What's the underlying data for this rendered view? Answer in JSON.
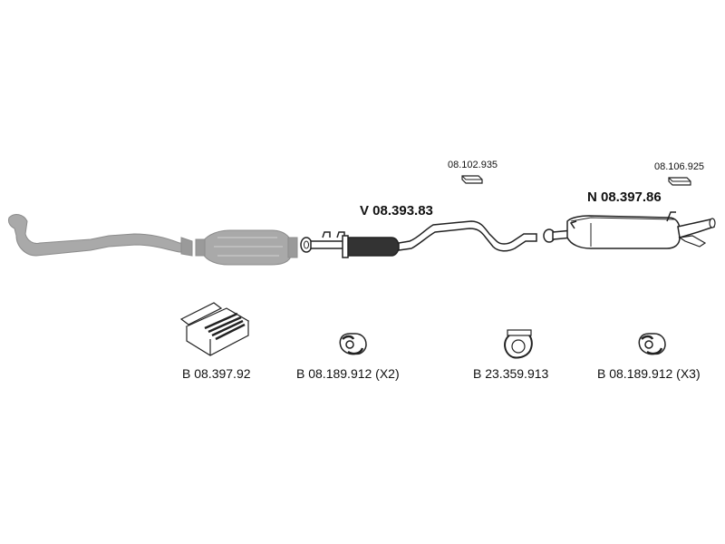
{
  "labels": {
    "front_silencer": "V 08.393.83",
    "rear_silencer": "N 08.397.86",
    "small_part_1": "08.102.935",
    "small_part_2": "08.106.925",
    "kit_mounting": "B 08.397.92",
    "kit_rubber_1": "B 08.189.912 (X2)",
    "kit_clamp": "B 23.359.913",
    "kit_rubber_2": "B 08.189.912 (X3)"
  },
  "colors": {
    "gray_part": "#a9a9a9",
    "outline": "#222222",
    "silencer_fill": "#333333"
  }
}
